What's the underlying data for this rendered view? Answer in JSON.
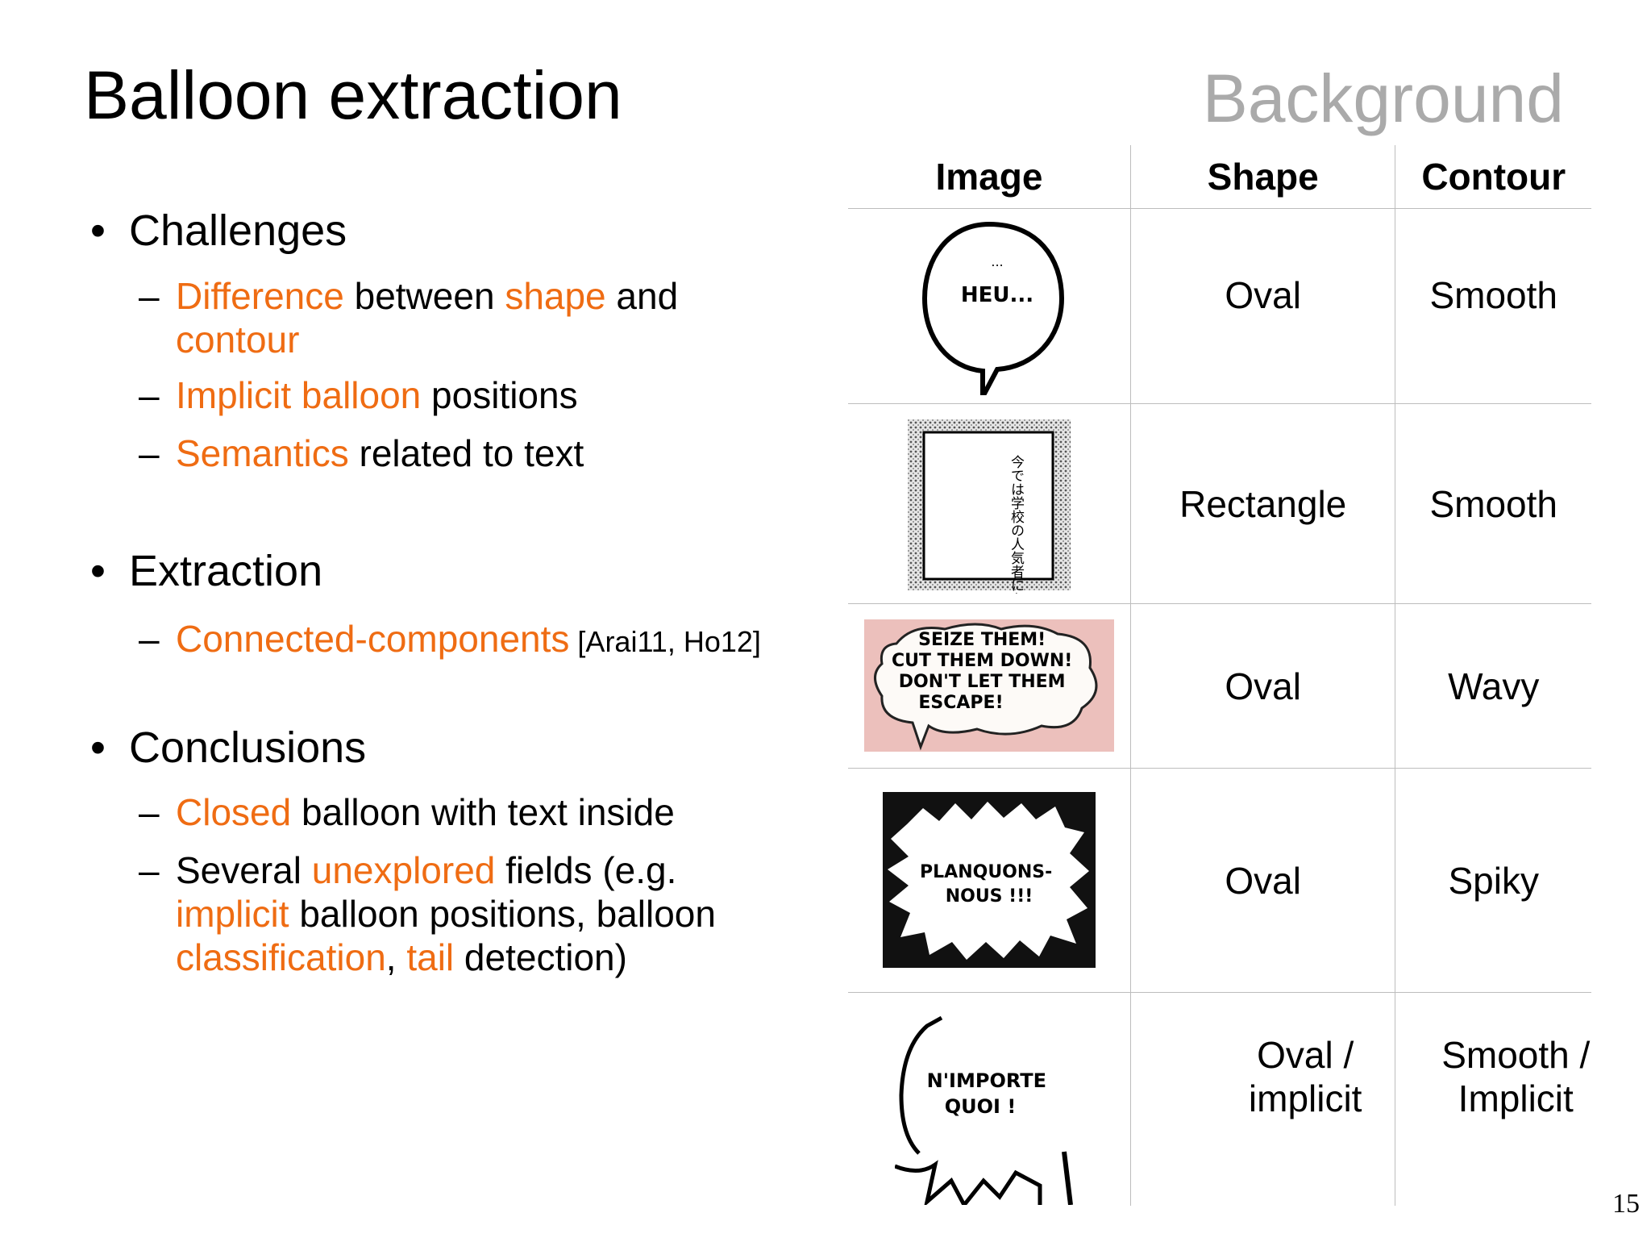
{
  "slide": {
    "title": "Balloon extraction",
    "section": "Background",
    "page_number": "15"
  },
  "challenges": {
    "heading": "Challenges",
    "item1": {
      "w1": "Difference",
      "w2": " between ",
      "w3": "shape",
      "w4": " and",
      "w5": "contour"
    },
    "item2": {
      "w1": "Implicit balloon",
      "w2": " positions"
    },
    "item3": {
      "w1": "Semantics",
      "w2": " related to text"
    }
  },
  "extraction": {
    "heading": "Extraction",
    "item1": {
      "w1": "Connected-components",
      "cite": " [Arai11, Ho12]"
    }
  },
  "conclusions": {
    "heading": "Conclusions",
    "item1": {
      "w1": "Closed",
      "w2": " balloon with text inside"
    },
    "item2": {
      "w1": "Several ",
      "w2": "unexplored",
      "w3": " fields (e.g.",
      "w4": "implicit",
      "w5": " balloon positions, balloon",
      "w6": "classification",
      "w7": ", ",
      "w8": "tail",
      "w9": " detection)"
    }
  },
  "table": {
    "headers": {
      "image": "Image",
      "shape": "Shape",
      "contour": "Contour"
    },
    "rows": [
      {
        "shape": "Oval",
        "contour": "Smooth",
        "balloon_text": "HEU..."
      },
      {
        "shape": "Rectangle",
        "contour": "Smooth",
        "balloon_text": "今では学校の人気者になってしまった"
      },
      {
        "shape": "Oval",
        "contour": "Wavy",
        "balloon_text": [
          "SEIZE THEM!",
          "CUT THEM DOWN!",
          "DON'T LET THEM",
          "ESCAPE!"
        ]
      },
      {
        "shape": "Oval",
        "contour": "Spiky",
        "balloon_text": [
          "PLANQUONS-",
          "NOUS !!!"
        ]
      },
      {
        "shape_l1": "Oval /",
        "shape_l2": "implicit",
        "contour_l1": "Smooth /",
        "contour_l2": "Implicit",
        "balloon_text": [
          "N'IMPORTE",
          "QUOI !"
        ]
      }
    ]
  },
  "colors": {
    "accent": "#ef6c13",
    "section": "#aaaaaa"
  }
}
